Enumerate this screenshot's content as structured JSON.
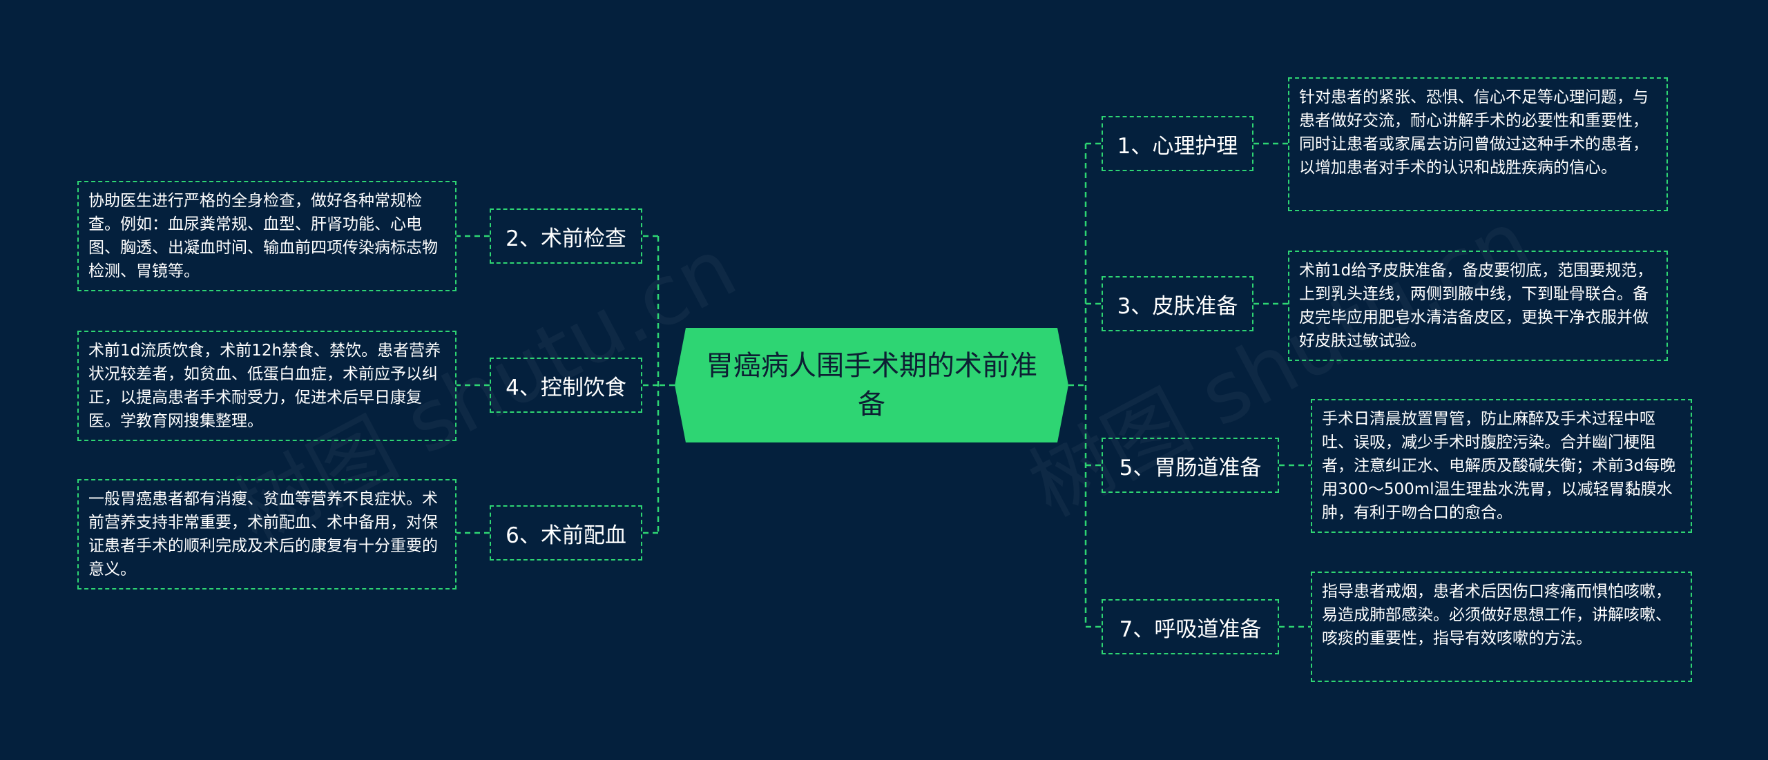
{
  "center": {
    "title": "胃癌病人围手术期的术前准备"
  },
  "branches": [
    {
      "label": "1、心理护理",
      "detail": "针对患者的紧张、恐惧、信心不足等心理问题，与患者做好交流，耐心讲解手术的必要性和重要性，同时让患者或家属去访问曾做过这种手术的患者，以增加患者对手术的认识和战胜疾病的信心。"
    },
    {
      "label": "2、术前检查",
      "detail": "协助医生进行严格的全身检查，做好各种常规检查。例如：血尿粪常规、血型、肝肾功能、心电图、胸透、出凝血时间、输血前四项传染病标志物检测、胃镜等。"
    },
    {
      "label": "3、皮肤准备",
      "detail": "术前1d给予皮肤准备，备皮要彻底，范围要规范，上到乳头连线，两侧到腋中线，下到耻骨联合。备皮完毕应用肥皂水清洁备皮区，更换干净衣服并做好皮肤过敏试验。"
    },
    {
      "label": "4、控制饮食",
      "detail": "术前1d流质饮食，术前12h禁食、禁饮。患者营养状况较差者，如贫血、低蛋白血症，术前应予以纠正，以提高患者手术耐受力，促进术后早日康复医。学教育网搜集整理。"
    },
    {
      "label": "5、胃肠道准备",
      "detail": "手术日清晨放置胃管，防止麻醉及手术过程中呕吐、误吸，减少手术时腹腔污染。合并幽门梗阻者，注意纠正水、电解质及酸碱失衡；术前3d每晚用300～500ml温生理盐水洗胃，以减轻胃黏膜水肿，有利于吻合口的愈合。"
    },
    {
      "label": "6、术前配血",
      "detail": "一般胃癌患者都有消瘦、贫血等营养不良症状。术前营养支持非常重要，术前配血、术中备用，对保证患者手术的顺利完成及术后的康复有十分重要的意义。"
    },
    {
      "label": "7、呼吸道准备",
      "detail": "指导患者戒烟，患者术后因伤口疼痛而惧怕咳嗽，易造成肺部感染。必须做好思想工作，讲解咳嗽、咳痰的重要性，指导有效咳嗽的方法。"
    }
  ],
  "colors": {
    "background": "#04203d",
    "accent": "#2ed573",
    "center_text": "#0d1f33",
    "text": "#ffffff"
  }
}
